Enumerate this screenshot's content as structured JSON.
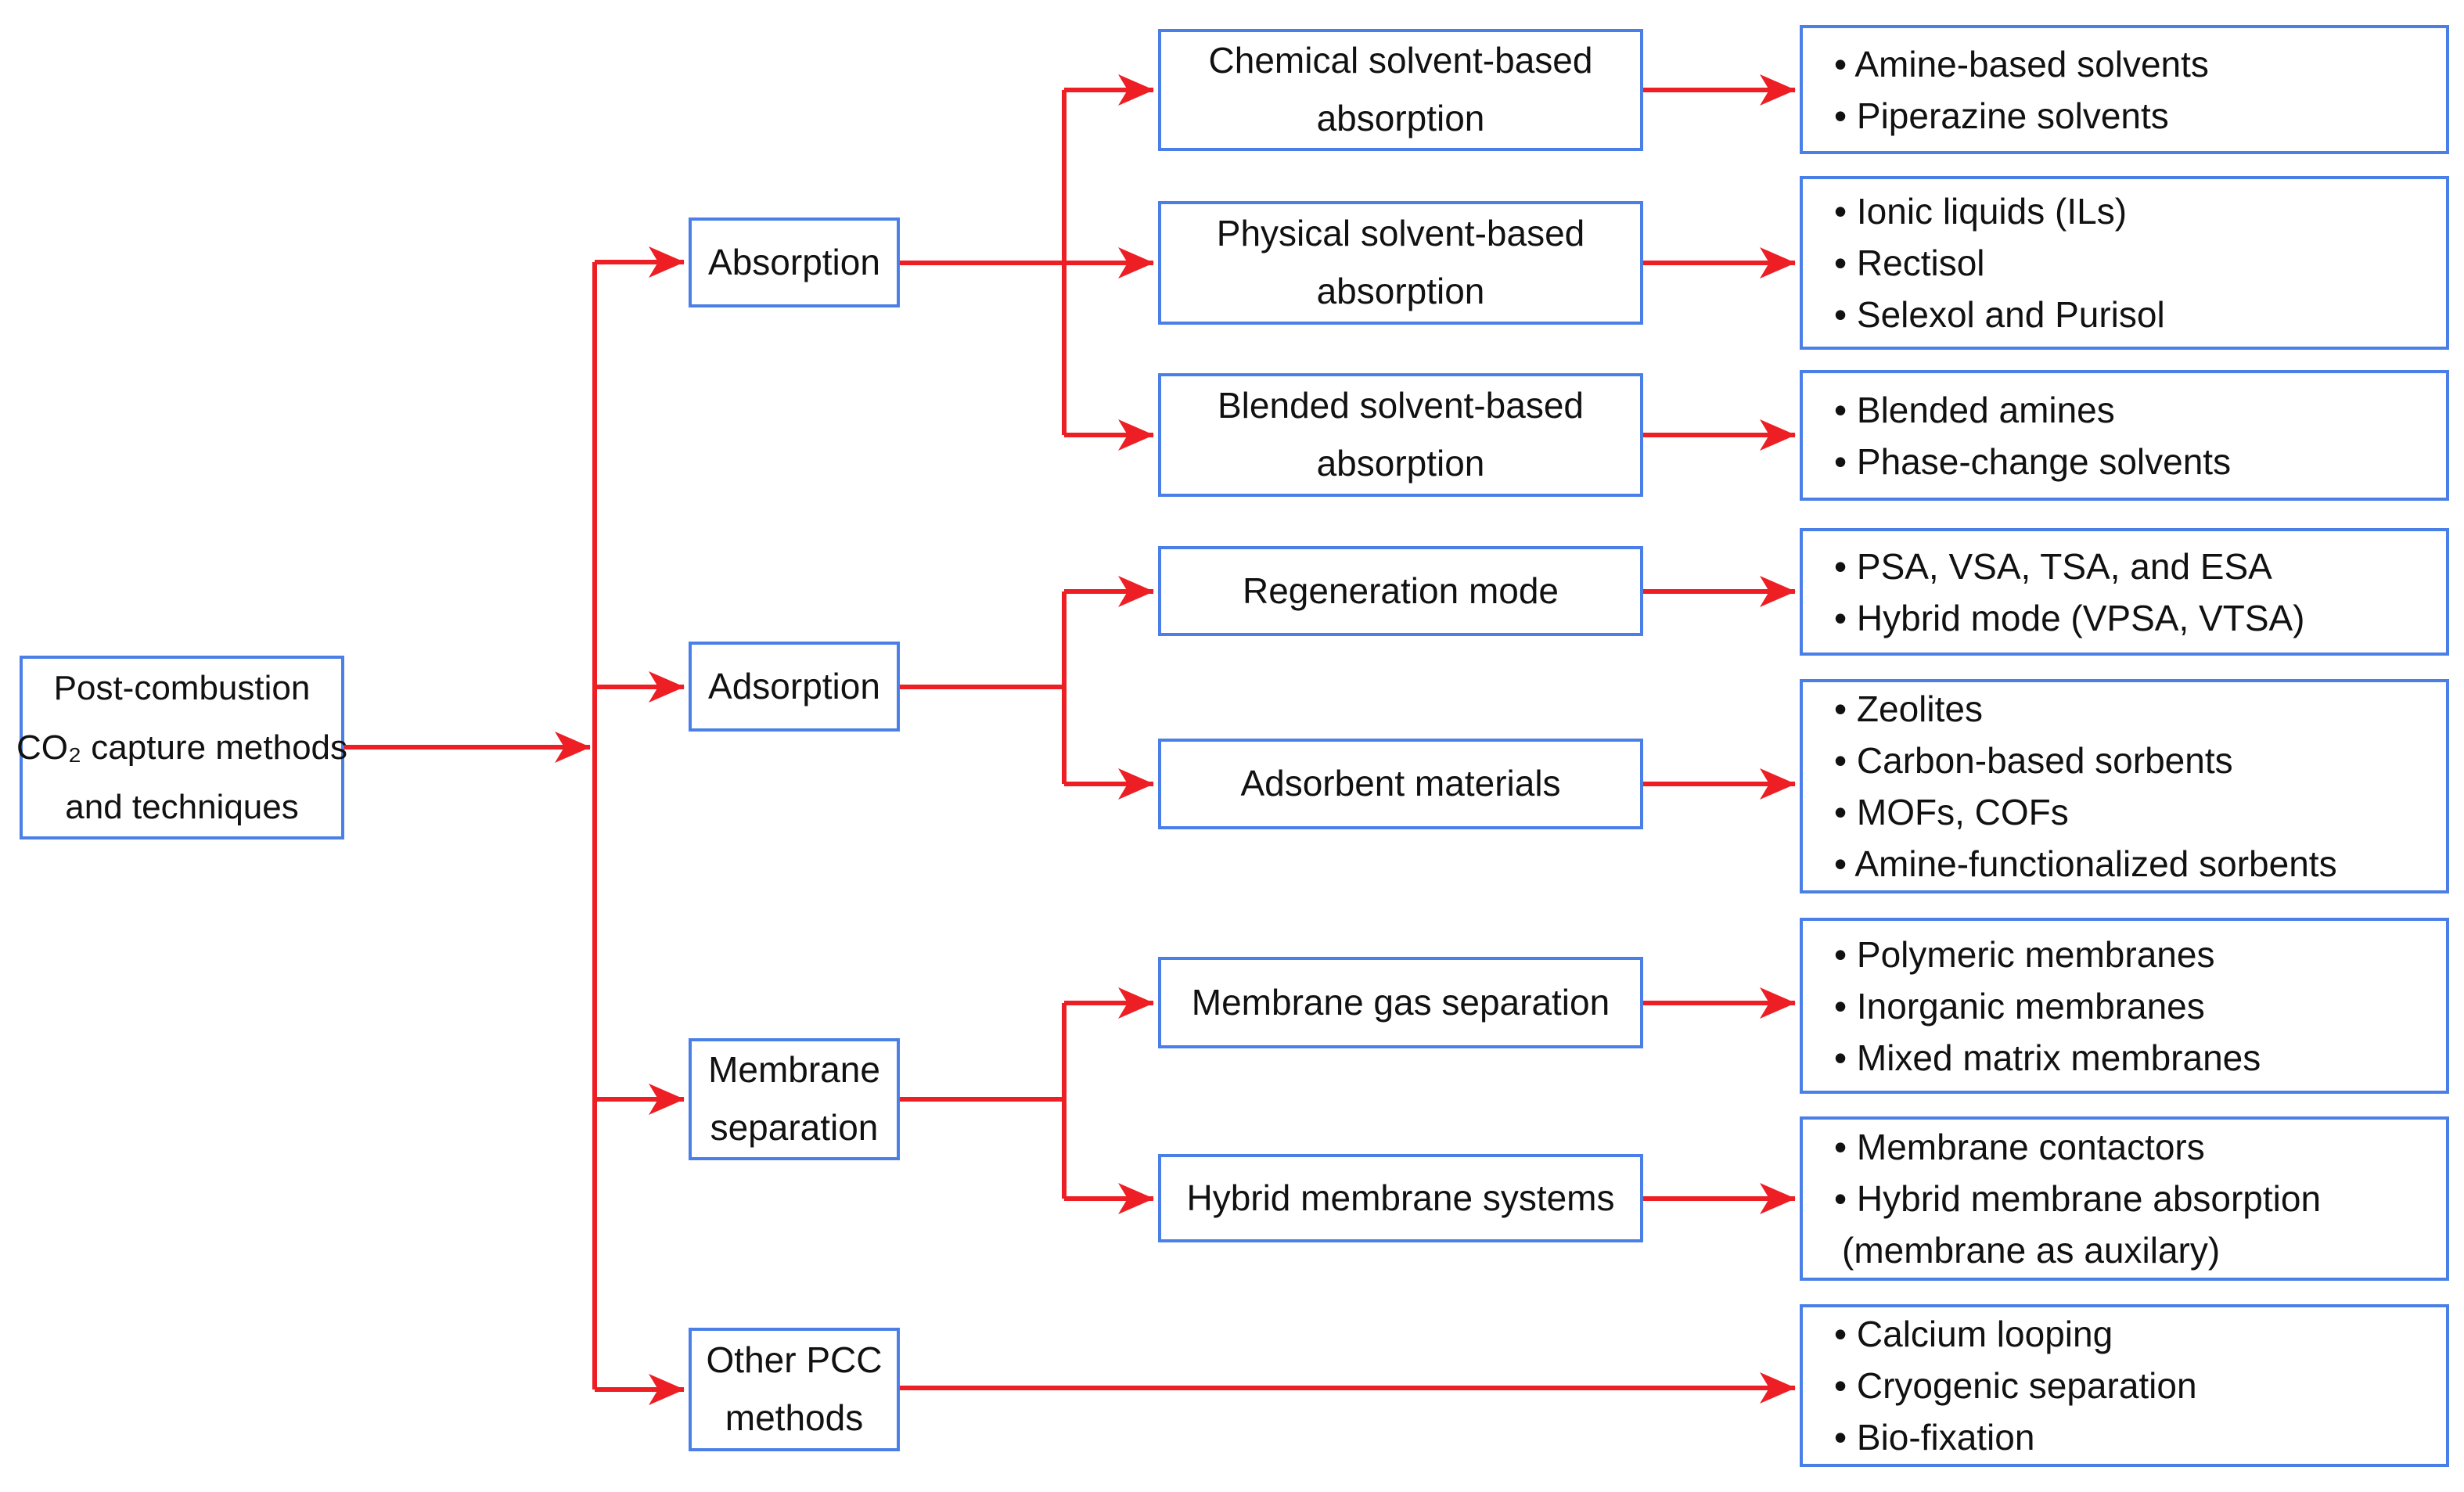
{
  "colors": {
    "box_border": "#4a7fe7",
    "arrow": "#ed1f24",
    "text": "#111111",
    "background": "#ffffff"
  },
  "root": {
    "lines": [
      "Post-combustion",
      "CO₂ capture methods",
      "and techniques"
    ]
  },
  "branches": [
    {
      "label": "Absorption",
      "children": [
        {
          "label": "Chemical solvent-based absorption",
          "items": [
            "• Amine-based solvents",
            "• Piperazine solvents"
          ]
        },
        {
          "label": "Physical solvent-based absorption",
          "items": [
            "• Ionic liquids (ILs)",
            "• Rectisol",
            "• Selexol and Purisol"
          ]
        },
        {
          "label": "Blended solvent-based absorption",
          "items": [
            "• Blended amines",
            "• Phase-change solvents"
          ]
        }
      ]
    },
    {
      "label": "Adsorption",
      "children": [
        {
          "label": "Regeneration mode",
          "items": [
            "• PSA, VSA, TSA, and ESA",
            "• Hybrid mode (VPSA, VTSA)"
          ]
        },
        {
          "label": "Adsorbent materials",
          "items": [
            "• Zeolites",
            "• Carbon-based sorbents",
            "• MOFs, COFs",
            "• Amine-functionalized sorbents"
          ]
        }
      ]
    },
    {
      "label": "Membrane separation",
      "children": [
        {
          "label": "Membrane gas separation",
          "items": [
            "• Polymeric membranes",
            "• Inorganic membranes",
            "• Mixed matrix membranes"
          ]
        },
        {
          "label": "Hybrid membrane systems",
          "items": [
            "• Membrane contactors",
            "• Hybrid membrane absorption",
            "(membrane as auxilary)"
          ]
        }
      ]
    },
    {
      "label": "Other PCC methods",
      "children": [
        {
          "label": "",
          "items": [
            "• Calcium looping",
            "• Cryogenic separation",
            "• Bio-fixation"
          ]
        }
      ]
    }
  ]
}
